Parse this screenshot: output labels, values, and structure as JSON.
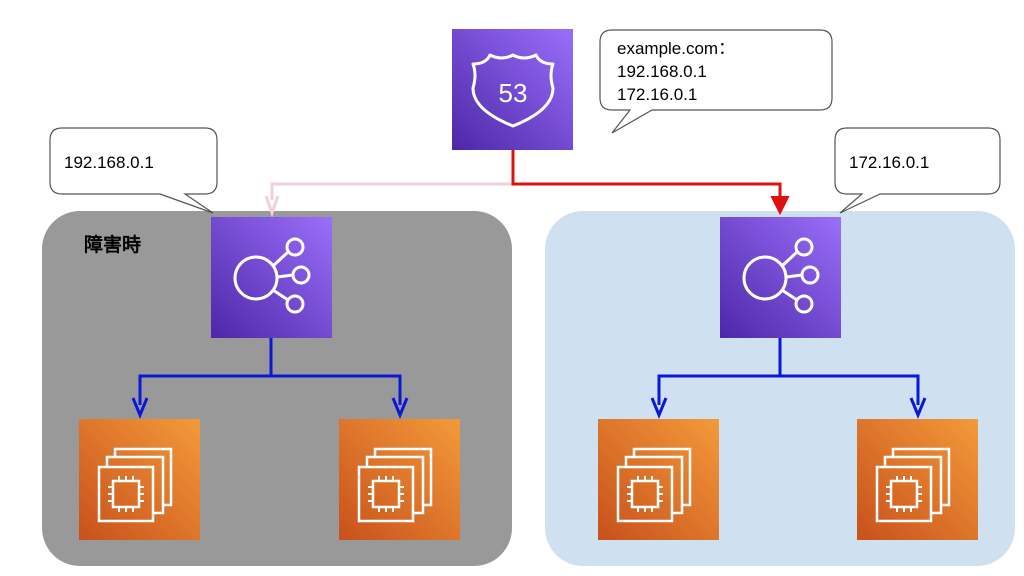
{
  "colors": {
    "failed_region_fill": "#999999",
    "active_region_fill": "#cfe0f0",
    "route53_gradient": [
      "#4d27a8",
      "#9a6ffa"
    ],
    "elb_gradient": [
      "#4d27a8",
      "#9a6ffa"
    ],
    "ec2_gradient": [
      "#c8511b",
      "#f39a3a"
    ],
    "route_failed_line": "#f2d0d8",
    "route_active_line": "#e01010",
    "lb_to_instance_line": "#0a18d8",
    "callout_border": "#555555"
  },
  "region_failed": {
    "label": "障害時"
  },
  "route53": {
    "badge_text": "53",
    "icon": "route53-shield-icon"
  },
  "callouts": {
    "dns": {
      "lines": [
        "example.com：",
        "192.168.0.1",
        "172.16.0.1"
      ]
    },
    "left_ip": {
      "text": "192.168.0.1"
    },
    "right_ip": {
      "text": "172.16.0.1"
    }
  },
  "load_balancers": [
    {
      "icon": "load-balancer-icon",
      "side": "failed"
    },
    {
      "icon": "load-balancer-icon",
      "side": "active"
    }
  ],
  "instances": [
    {
      "icon": "ec2-instance-icon",
      "side": "failed"
    },
    {
      "icon": "ec2-instance-icon",
      "side": "failed"
    },
    {
      "icon": "ec2-instance-icon",
      "side": "active"
    },
    {
      "icon": "ec2-instance-icon",
      "side": "active"
    }
  ]
}
